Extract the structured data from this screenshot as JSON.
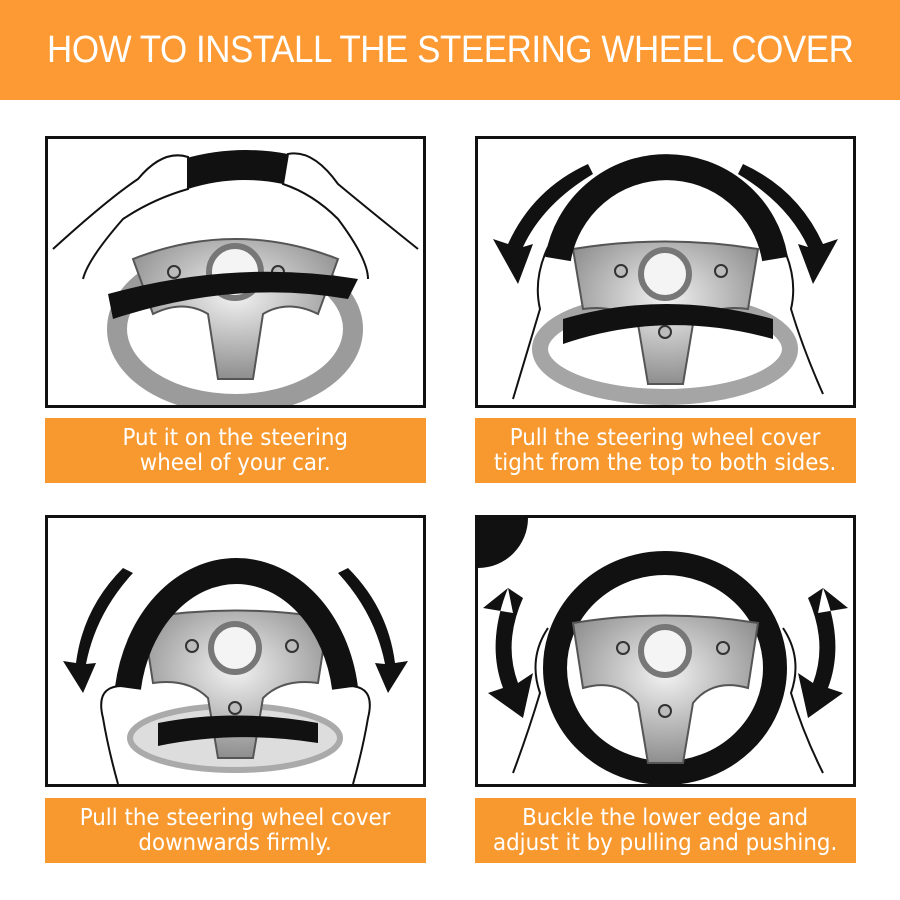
{
  "header": {
    "title": "HOW TO INSTALL THE STEERING WHEEL COVER",
    "background_color": "#fe9a34"
  },
  "steps": [
    {
      "caption": "Put it on the steering\nwheel of your car.",
      "illustration": "hands-placing-cover-on-wheel"
    },
    {
      "caption": "Pull the steering wheel cover\ntight from the top to both sides.",
      "illustration": "hands-pulling-cover-sides-with-arrows"
    },
    {
      "caption": "Pull the steering wheel cover\ndownwards firmly.",
      "illustration": "hands-pulling-cover-down-with-arrows"
    },
    {
      "caption": "Buckle the lower edge and\nadjust it by pulling and pushing.",
      "illustration": "hands-adjusting-cover-with-double-arrows"
    }
  ],
  "colors": {
    "caption_background": "#f8992f",
    "caption_text": "#ffffff",
    "border": "#111111"
  }
}
